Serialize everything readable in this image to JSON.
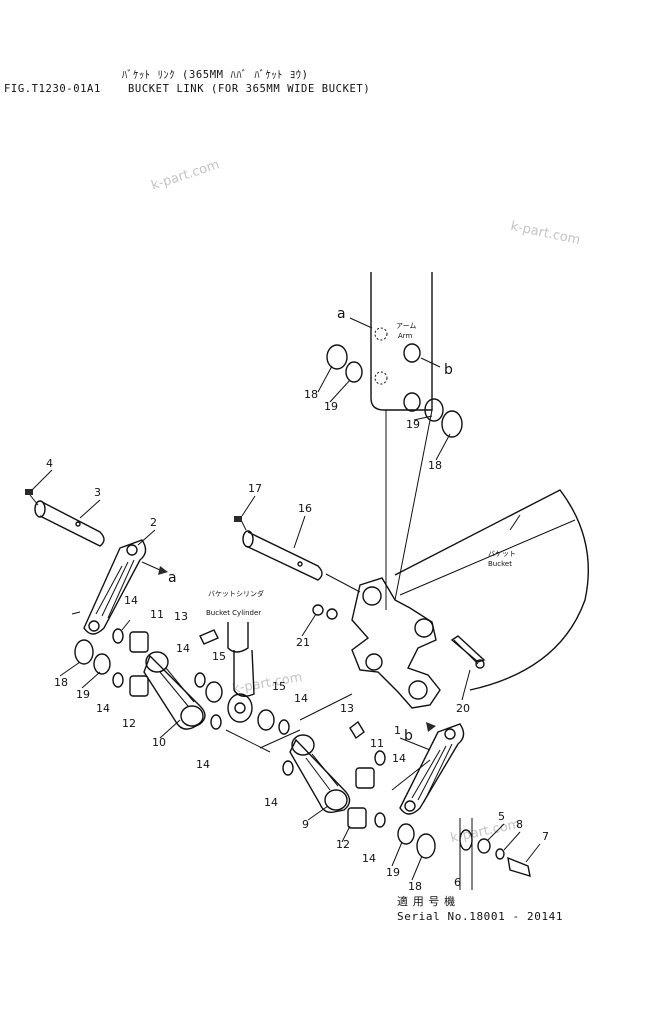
{
  "header": {
    "jp_title": "ﾊﾞｹｯﾄ ﾘﾝｸ (365MM ﾊﾊﾞ ﾊﾞｹｯﾄ ﾖｳ)",
    "fig_id": "FIG.T1230-01A1",
    "en_title": "BUCKET LINK (FOR 365MM WIDE BUCKET)"
  },
  "watermarks": [
    "k-part.com",
    "k-part.com",
    "k-part.com",
    "k-part.com"
  ],
  "component_labels": {
    "arm_jp": "アーム",
    "arm": "Arm",
    "bucket_jp": "バケット",
    "bucket": "Bucket",
    "cylinder_jp": "バケットシリンダ",
    "cylinder": "Bucket Cylinder"
  },
  "refs": {
    "a1": "a",
    "a2": "a",
    "b1": "b",
    "b2": "b"
  },
  "callouts": [
    "1",
    "2",
    "3",
    "4",
    "5",
    "6",
    "7",
    "8",
    "9",
    "10",
    "11",
    "11",
    "12",
    "12",
    "13",
    "13",
    "14",
    "14",
    "14",
    "14",
    "14",
    "14",
    "14",
    "14",
    "15",
    "15",
    "16",
    "17",
    "18",
    "18",
    "18",
    "18",
    "19",
    "19",
    "19",
    "19",
    "20",
    "21"
  ],
  "footer": {
    "applicable_jp": "適 用 号 機",
    "serial": "Serial No.18001 - 20141"
  }
}
